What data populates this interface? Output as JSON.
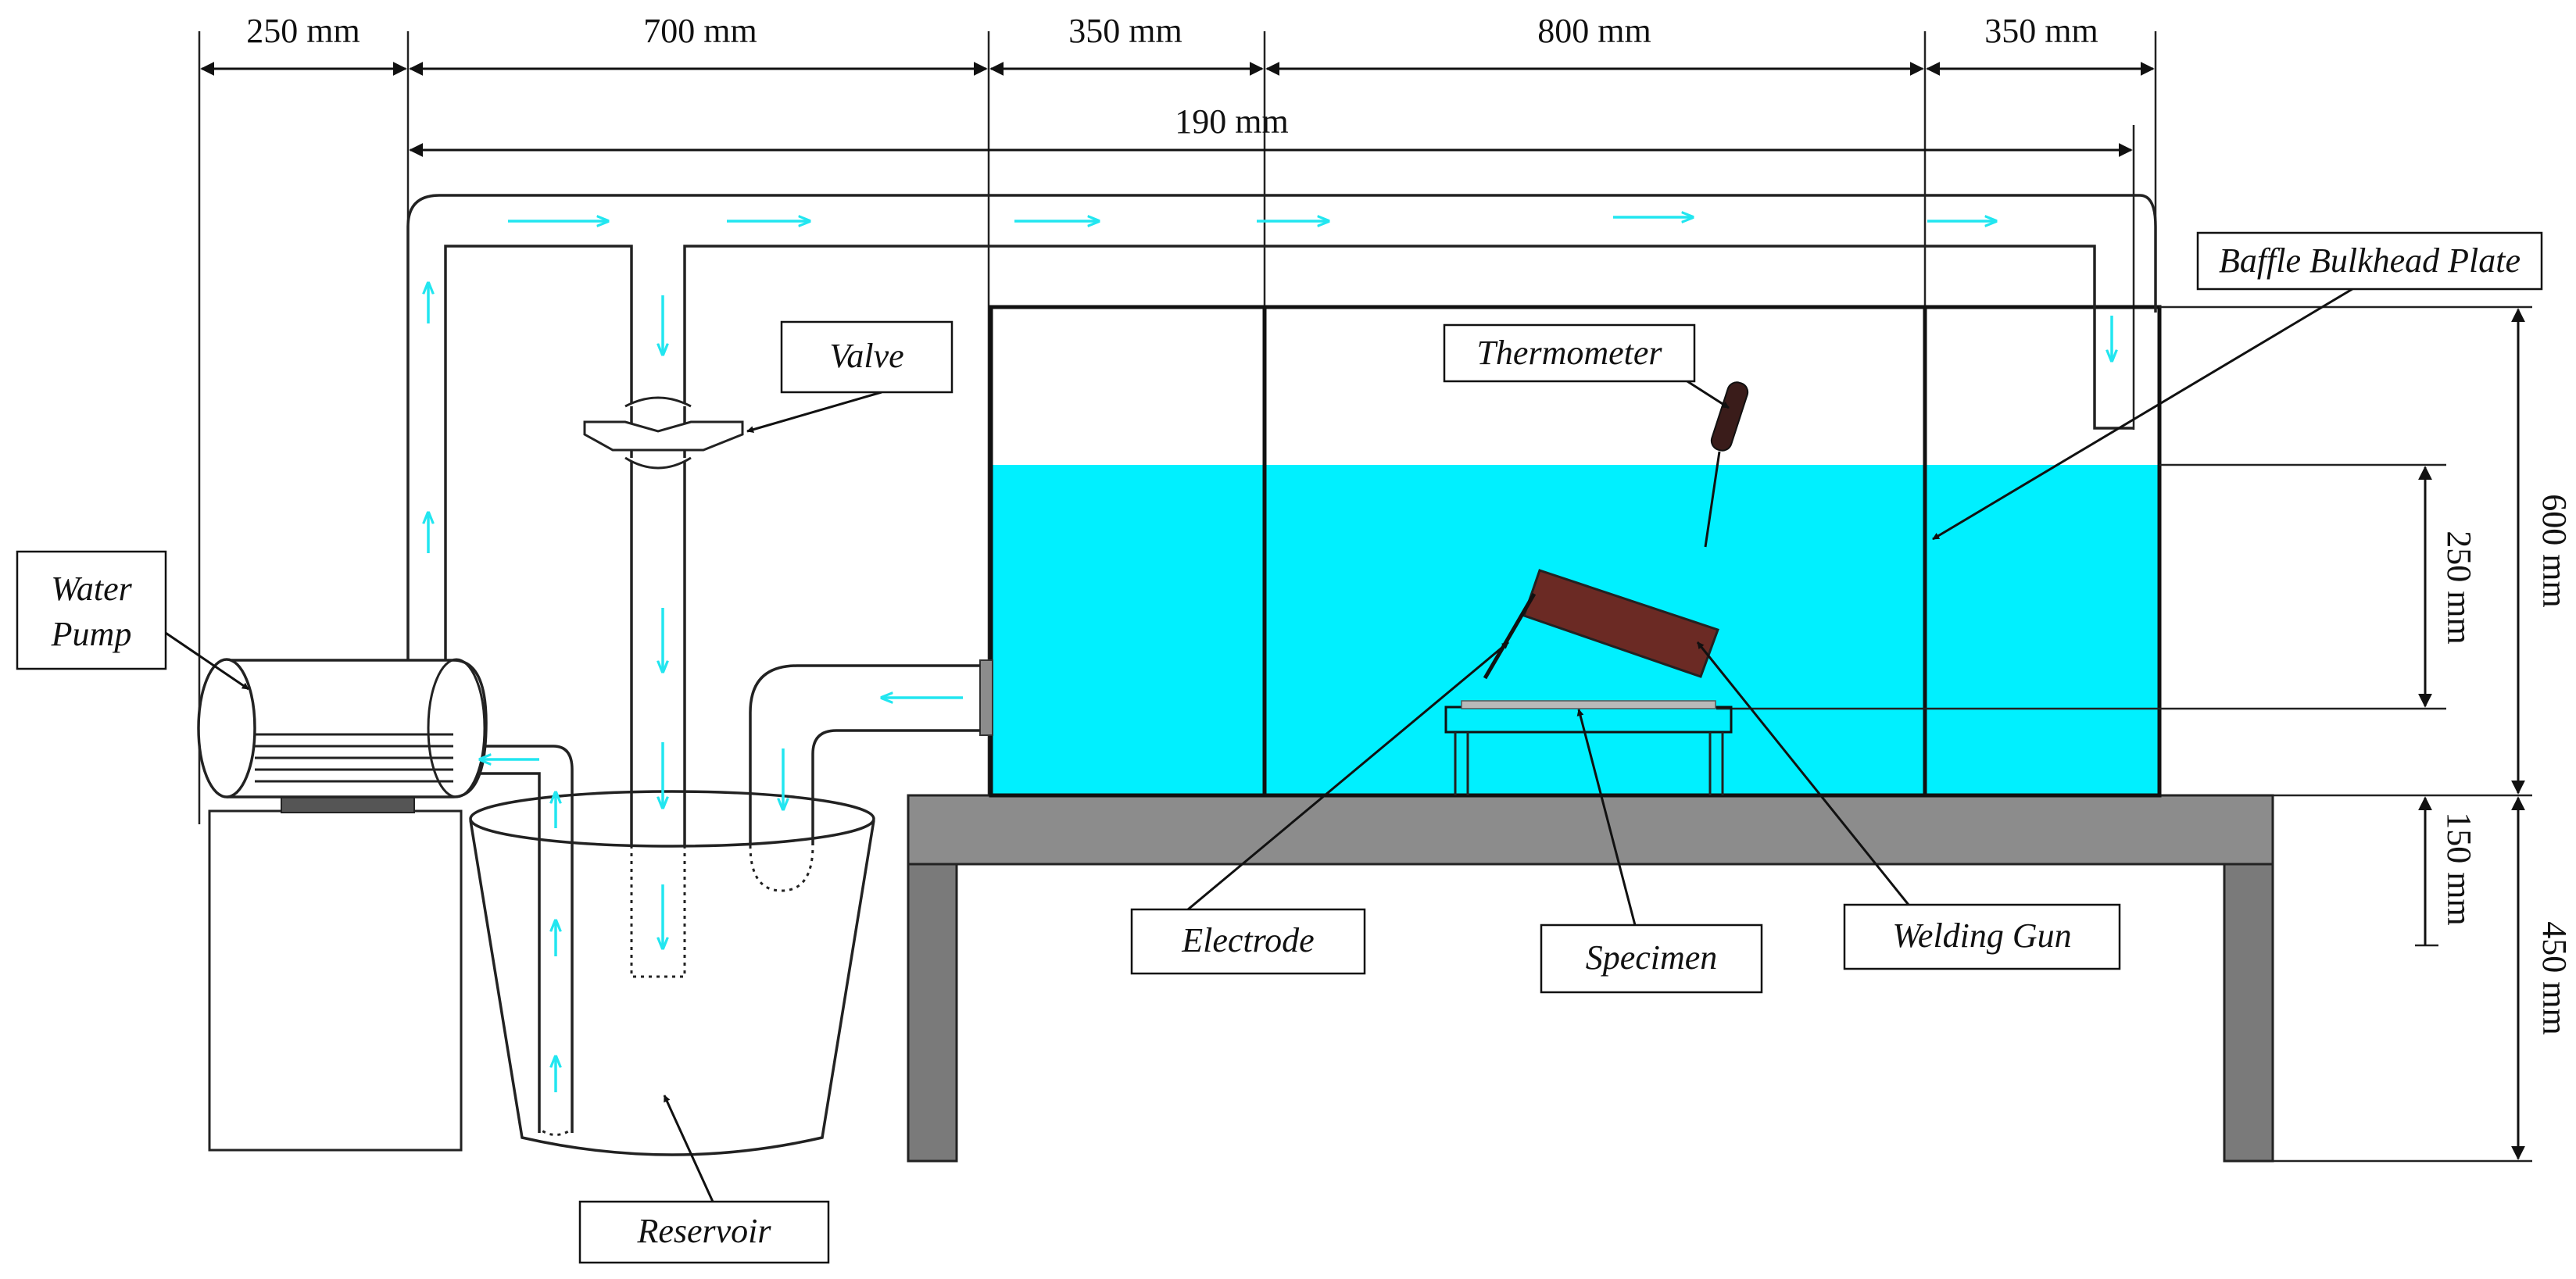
{
  "colors": {
    "water": "#00f0ff",
    "flow_arrow": "#22e6f0",
    "table": "#8c8c8c",
    "table_legs": "#7a7a7a",
    "gun": "#6b2a24",
    "outline": "#111111"
  },
  "dimensions": {
    "d1": "250 mm",
    "d2": "700 mm",
    "d3": "350 mm",
    "d4": "800 mm",
    "d5": "350 mm",
    "d6": "190 mm",
    "h1": "600 mm",
    "h2": "250 mm",
    "h3": "150 mm",
    "h4": "450 mm"
  },
  "labels": {
    "baffle": "Baffle Bulkhead Plate",
    "thermometer": "Thermometer",
    "valve": "Valve",
    "pump_line1": "Water",
    "pump_line2": "Pump",
    "electrode": "Electrode",
    "specimen": "Specimen",
    "welding_gun": "Welding Gun",
    "reservoir": "Reservoir"
  }
}
